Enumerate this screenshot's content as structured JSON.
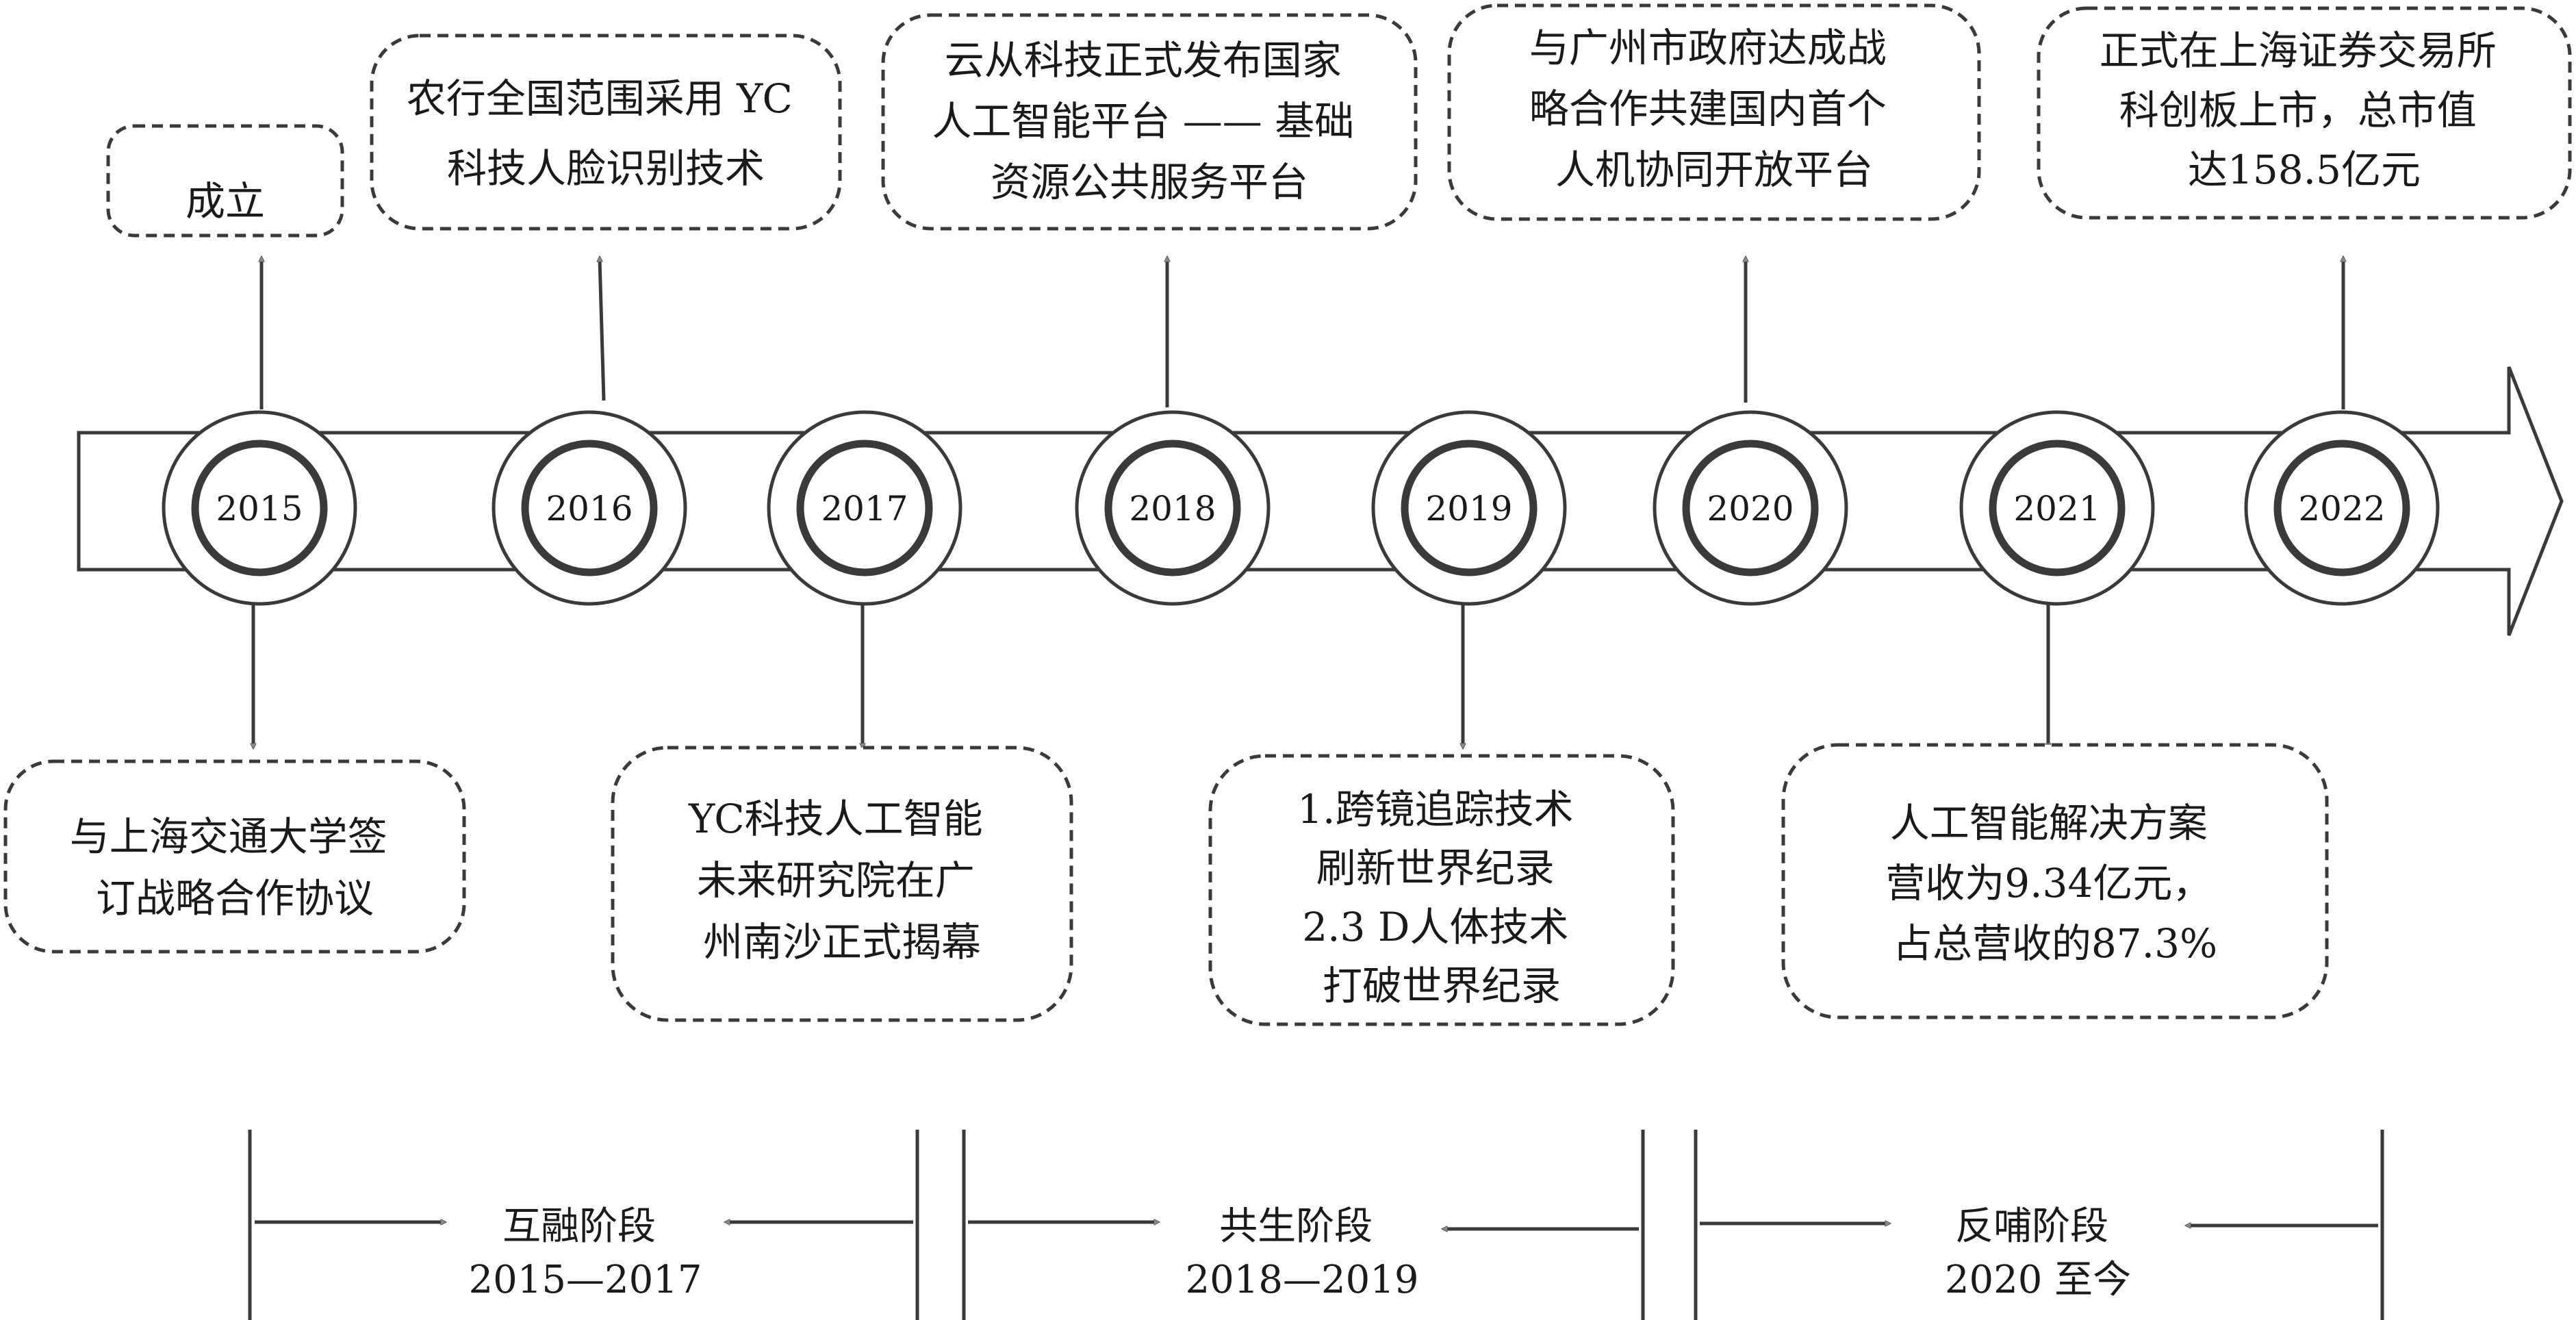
{
  "years": [
    "2015",
    "2016",
    "2017",
    "2018",
    "2019",
    "2020",
    "2021",
    "2022"
  ],
  "events_top": {
    "e2015": [
      "成立"
    ],
    "e2016": [
      "农行全国范围采用 YC",
      "科技人脸识别技术"
    ],
    "e2018": [
      "云从科技正式发布国家",
      "人工智能平台 —— 基础",
      "资源公共服务平台"
    ],
    "e2020": [
      "与广州市政府达成战",
      "略合作共建国内首个",
      "人机协同开放平台"
    ],
    "e2022": [
      "正式在上海证券交易所",
      "科创板上市，总市值",
      "达158.5亿元"
    ]
  },
  "events_bottom": {
    "e2015": [
      "与上海交通大学签",
      "订战略合作协议"
    ],
    "e2017": [
      "YC科技人工智能",
      "未来研究院在广",
      "州南沙正式揭幕"
    ],
    "e2019": [
      "1.跨镜追踪技术",
      "刷新世界纪录",
      "2.3 D人体技术",
      "打破世界纪录"
    ],
    "e2021": [
      "人工智能解决方案",
      "营收为9.34亿元，",
      "占总营收的87.3%"
    ]
  },
  "stages": [
    {
      "name": "互融阶段",
      "period": "2015—2017"
    },
    {
      "name": "共生阶段",
      "period": "2018—2019"
    },
    {
      "name": "反哺阶段",
      "period": "2020 至今"
    }
  ],
  "colors": {
    "stroke": "#3a3a3a",
    "arrowhead": "#8a8a8a",
    "background": "#ffffff"
  }
}
